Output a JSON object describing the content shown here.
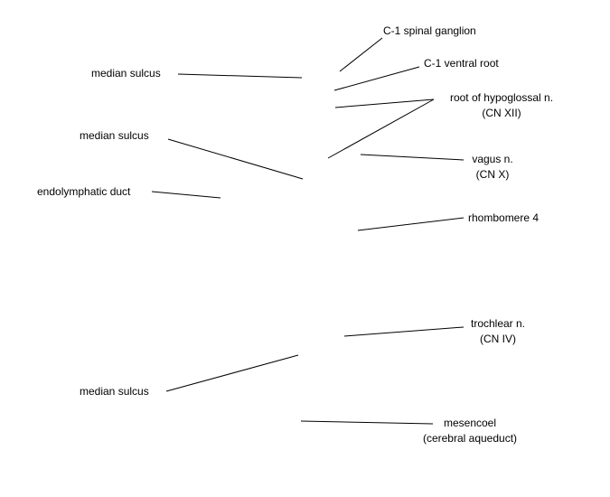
{
  "labels": {
    "c1_spinal_ganglion": "C-1 spinal ganglion",
    "c1_ventral_root": "C-1 ventral root",
    "hypoglossal_root_line1": "root of hypoglossal n.",
    "hypoglossal_root_line2": "(CN XII)",
    "median_sulcus_upper": "median sulcus",
    "median_sulcus_middle": "median sulcus",
    "median_sulcus_lower": "median sulcus",
    "vagus_line1": "vagus n.",
    "vagus_line2": "(CN X)",
    "endolymphatic_duct": "endolymphatic duct",
    "rhombomere_4": "rhombomere 4",
    "trochlear_line1": "trochlear n.",
    "trochlear_line2": "(CN IV)",
    "mesencoel_line1": "mesencoel",
    "mesencoel_line2": "(cerebral aqueduct)"
  },
  "colors": {
    "background": "#ffffff",
    "text": "#000000",
    "line": "#000000"
  }
}
